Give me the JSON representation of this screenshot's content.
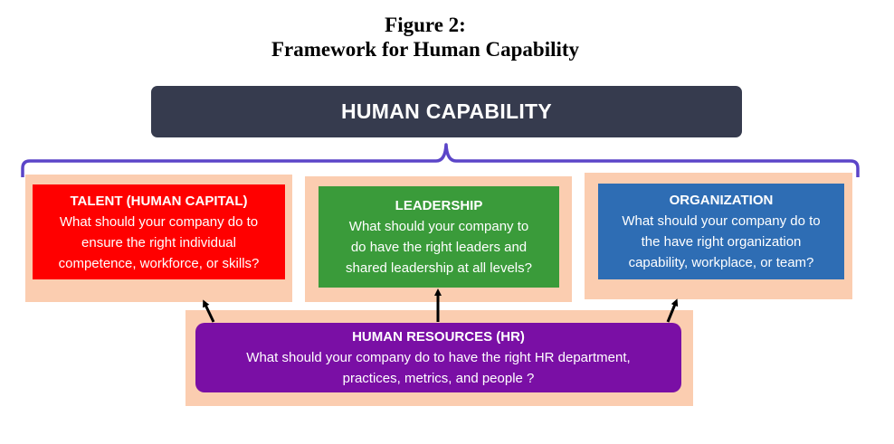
{
  "figure": {
    "title_line1": "Figure 2:",
    "title_line2": "Framework for Human Capability"
  },
  "top": {
    "label": "HUMAN CAPABILITY"
  },
  "talent": {
    "heading": "TALENT (HUMAN CAPITAL)",
    "lines": [
      "What should your company do to",
      "ensure the right individual",
      "competence, workforce, or skills?"
    ]
  },
  "leadership": {
    "heading": "LEADERSHIP",
    "lines": [
      "What should your company to",
      "do have the right leaders and",
      "shared leadership at all levels?"
    ]
  },
  "organization": {
    "heading": "ORGANIZATION",
    "lines": [
      "What should your company do to",
      "the have right organization",
      "capability, workplace, or team?"
    ]
  },
  "hr": {
    "heading": "HUMAN RESOURCES (HR)",
    "lines": [
      "What should your company do to have the right HR department,",
      "practices, metrics, and people ?"
    ]
  },
  "colors": {
    "top_bar": "#363b4e",
    "bracket": "#5b45c8",
    "talent": "#ff0000",
    "leadership": "#3a9b3a",
    "organization": "#2e6db4",
    "hr": "#7a0fa5",
    "backing": "#fbcdb0"
  }
}
